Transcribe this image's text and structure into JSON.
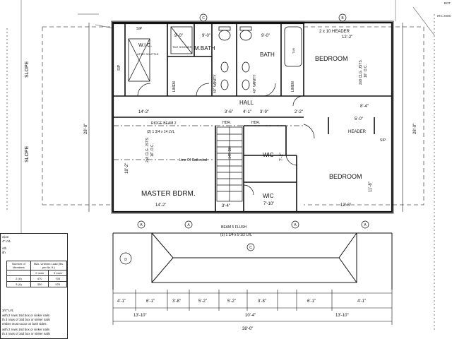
{
  "title_block": {
    "code": "IRC 2006",
    "corner_text": "BOT"
  },
  "grid_markers": {
    "c": "C",
    "b": "B",
    "a": "A",
    "d": "D"
  },
  "rooms": {
    "wic_top": "W.I.C.",
    "attic_access": "ATTIC SCUTTLE",
    "tile_shower": "TILE SHOWER",
    "m_bath": "M.BATH",
    "bath": "BATH",
    "bedroom_top": "BEDROOM",
    "hall": "HALL",
    "wic_middle": "WIC",
    "wic_lower": "WIC",
    "master_bdrm": "MASTER BDRM.",
    "bedroom_right": "BEDROOM",
    "linen_left": "LINEN",
    "linen_right": "LINEN"
  },
  "labels": {
    "sip_1": "SIP",
    "sip_2": "SIP",
    "sip_3": "SIP",
    "header_top": "2 x 10 HEADER",
    "header_right": "HEADER",
    "hdr_1": "HDR.",
    "hdr_2": "HDR.",
    "ridge_beam": "RIDGE BEAM 2",
    "ridge_beam_spec": "(2) 1 3/4 x 14 LVL",
    "line_cathedral": "Line Of Cathedral",
    "clg_joists_left": "2x8 CLG. JSTS.",
    "clg_joists_left_oc": "16\" O.C.",
    "clg_joists_right": "2x8 CLG. JSTS.",
    "clg_joists_right_oc": "16\" O.C.",
    "vanity_1": "40\" VANITY",
    "vanity_2": "40\" VANITY",
    "stair_dn": "14R DN",
    "beam_flush": "BEAM 5 FLUSH",
    "beam_flush_spec": "(3) 1 3/4 x 9 1/2 LVL",
    "slope_top": "SLOPE",
    "slope_bottom": "SLOPE",
    "tub": "TUB"
  },
  "dims": {
    "top_wic": "9'-0\"",
    "top_mbath": "9'-0\"",
    "top_bath": "9'-0\"",
    "top_bedroom": "12'-2\"",
    "hall_1": "14'-2\"",
    "hall_2": "3'-6\"",
    "hall_3": "4'-1\"",
    "hall_4": "3'-9\"",
    "hall_5": "2'-2\"",
    "bedroom_top_side": "8'-4\"",
    "header_span": "5'-0\"",
    "left_vert": "18'-2\"",
    "master_width": "14'-2\"",
    "wic_mid_height": "7'-2\"",
    "wic_low_width": "7'-10\"",
    "stair_width": "3'-4\"",
    "bedroom_right_width": "12'-6\"",
    "bedroom_right_height": "11'-8\"",
    "overall_left": "28'-0\"",
    "overall_right": "28'-0\"",
    "b1": "4'-1\"",
    "b2": "6'-1\"",
    "b3": "3'-8\"",
    "b4": "5'-2\"",
    "b5": "5'-2\"",
    "b6": "3'-8\"",
    "b7": "6'-1\"",
    "b8": "4'-1\"",
    "c1": "13'-10\"",
    "c2": "10'-4\"",
    "c3": "13'-10\"",
    "total": "38'-0\""
  },
  "legend": {
    "line1": "ction",
    "line2": "4\" LVL",
    "line3": "oth",
    "line4": "ith",
    "table_header": "Max. Uniform Load (lbs. per lin. ft.)",
    "col_members": "Number of Members",
    "col_a": "2 rows",
    "col_b": "3 rows",
    "row1_n": "2 (A)",
    "row1_a": "470",
    "row1_b": "705",
    "row2_n": "3 (A)",
    "row2_a": "350",
    "row2_b": "525",
    "note1": "3/4\" LVL",
    "note2": "with 2 rows 16d box or sinker nails",
    "note3": "th 3 rows of 16d box or sinker nails",
    "note4": "ember must occur on both sides",
    "note5": "with 2 rows 16d box or sinker nails",
    "note6": "th 3 rows of 16d box or sinker nails"
  }
}
